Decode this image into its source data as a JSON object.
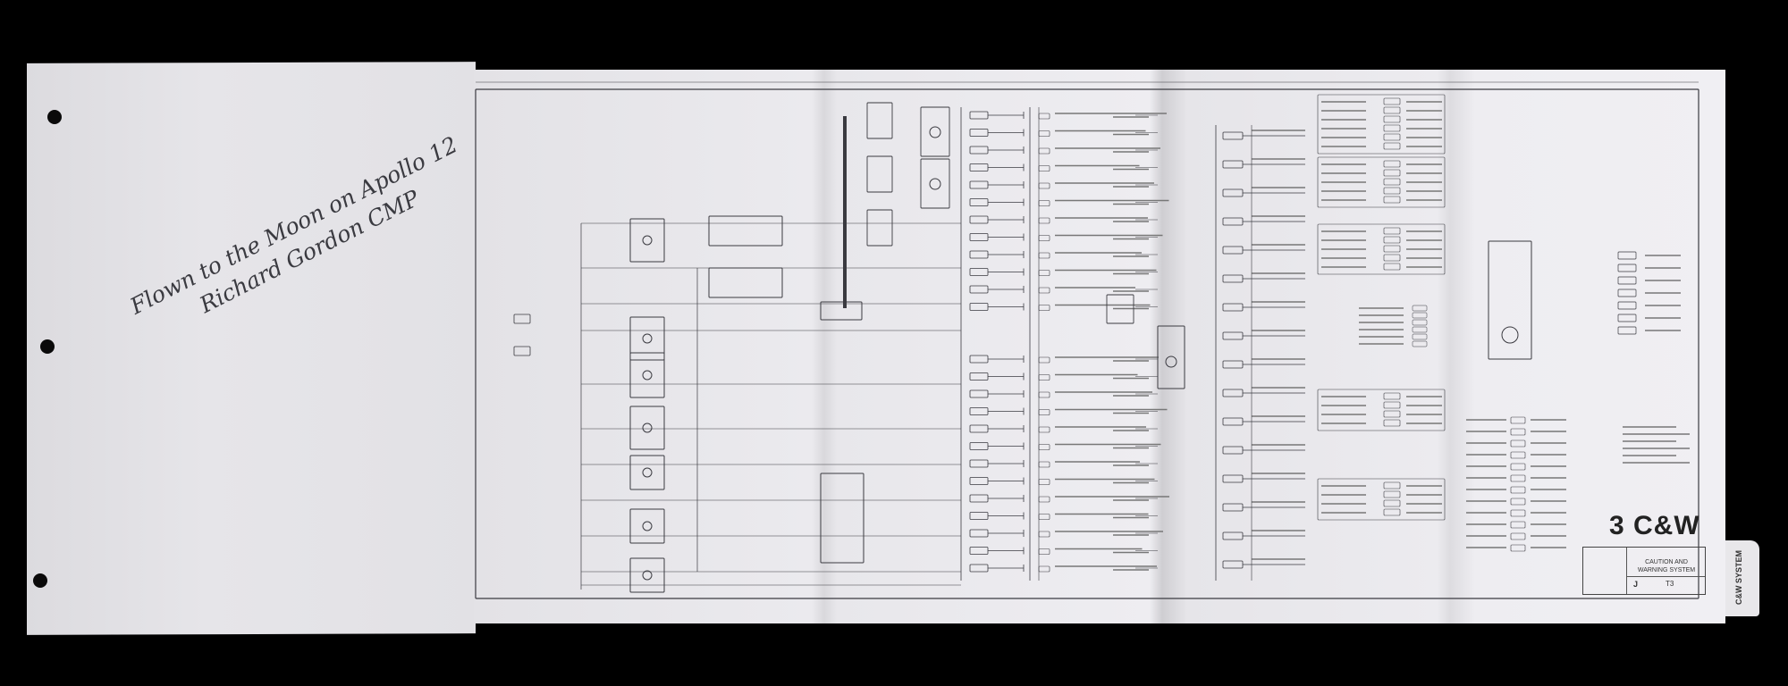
{
  "signature": {
    "line1": "Flown to the Moon on Apollo 12",
    "line2": "Richard Gordon CMP"
  },
  "drawing": {
    "section_title": "3 C&W",
    "title_block": {
      "title": "CAUTION AND WARNING SYSTEM",
      "revision": "J",
      "sheet": "T3"
    },
    "tab_label": "C&W SYSTEM"
  },
  "colors": {
    "background": "#000000",
    "paper": "#e9e8ec",
    "ink": "#2a2a2e"
  }
}
